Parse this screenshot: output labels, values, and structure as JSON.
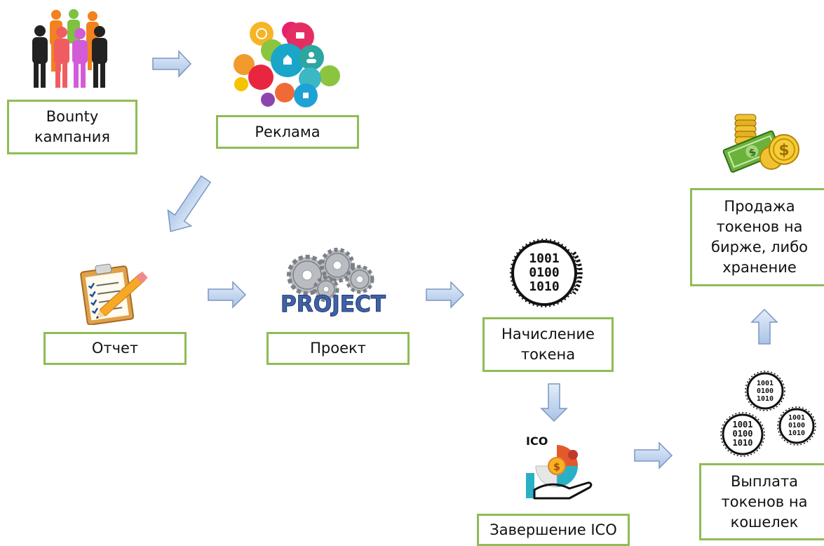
{
  "nodes": {
    "bounty": {
      "lines": [
        "Bounty",
        "кампания"
      ]
    },
    "reklama": {
      "lines": [
        "Реклама"
      ]
    },
    "otchet": {
      "lines": [
        "Отчет"
      ]
    },
    "proekt": {
      "lines": [
        "Проект"
      ]
    },
    "nachislenie": {
      "lines": [
        "Начисление",
        "токена"
      ]
    },
    "zavershenie": {
      "lines": [
        "Завершение ICO"
      ]
    },
    "vyplata": {
      "lines": [
        "Выплата",
        "токенов на",
        "кошелек"
      ]
    },
    "prodazha": {
      "lines": [
        "Продажа",
        "токенов на",
        "бирже, либо",
        "хранение"
      ]
    }
  },
  "icon_text": {
    "project_word": "PROJECT",
    "ico_label": "ICO",
    "binary": [
      "1001",
      "0100",
      "1010"
    ],
    "currency": "$"
  },
  "icons": [
    "people-icon",
    "social-media-icon",
    "report-icon",
    "gears-project-icon",
    "binary-coin-icon",
    "ico-hand-icon",
    "binary-coins-icon",
    "money-stack-icon",
    "arrow-icon"
  ],
  "colors": {
    "box_border": "#8fbc55",
    "arrow_fill": "#c6d9f1",
    "arrow_stroke": "#7b96c4"
  }
}
